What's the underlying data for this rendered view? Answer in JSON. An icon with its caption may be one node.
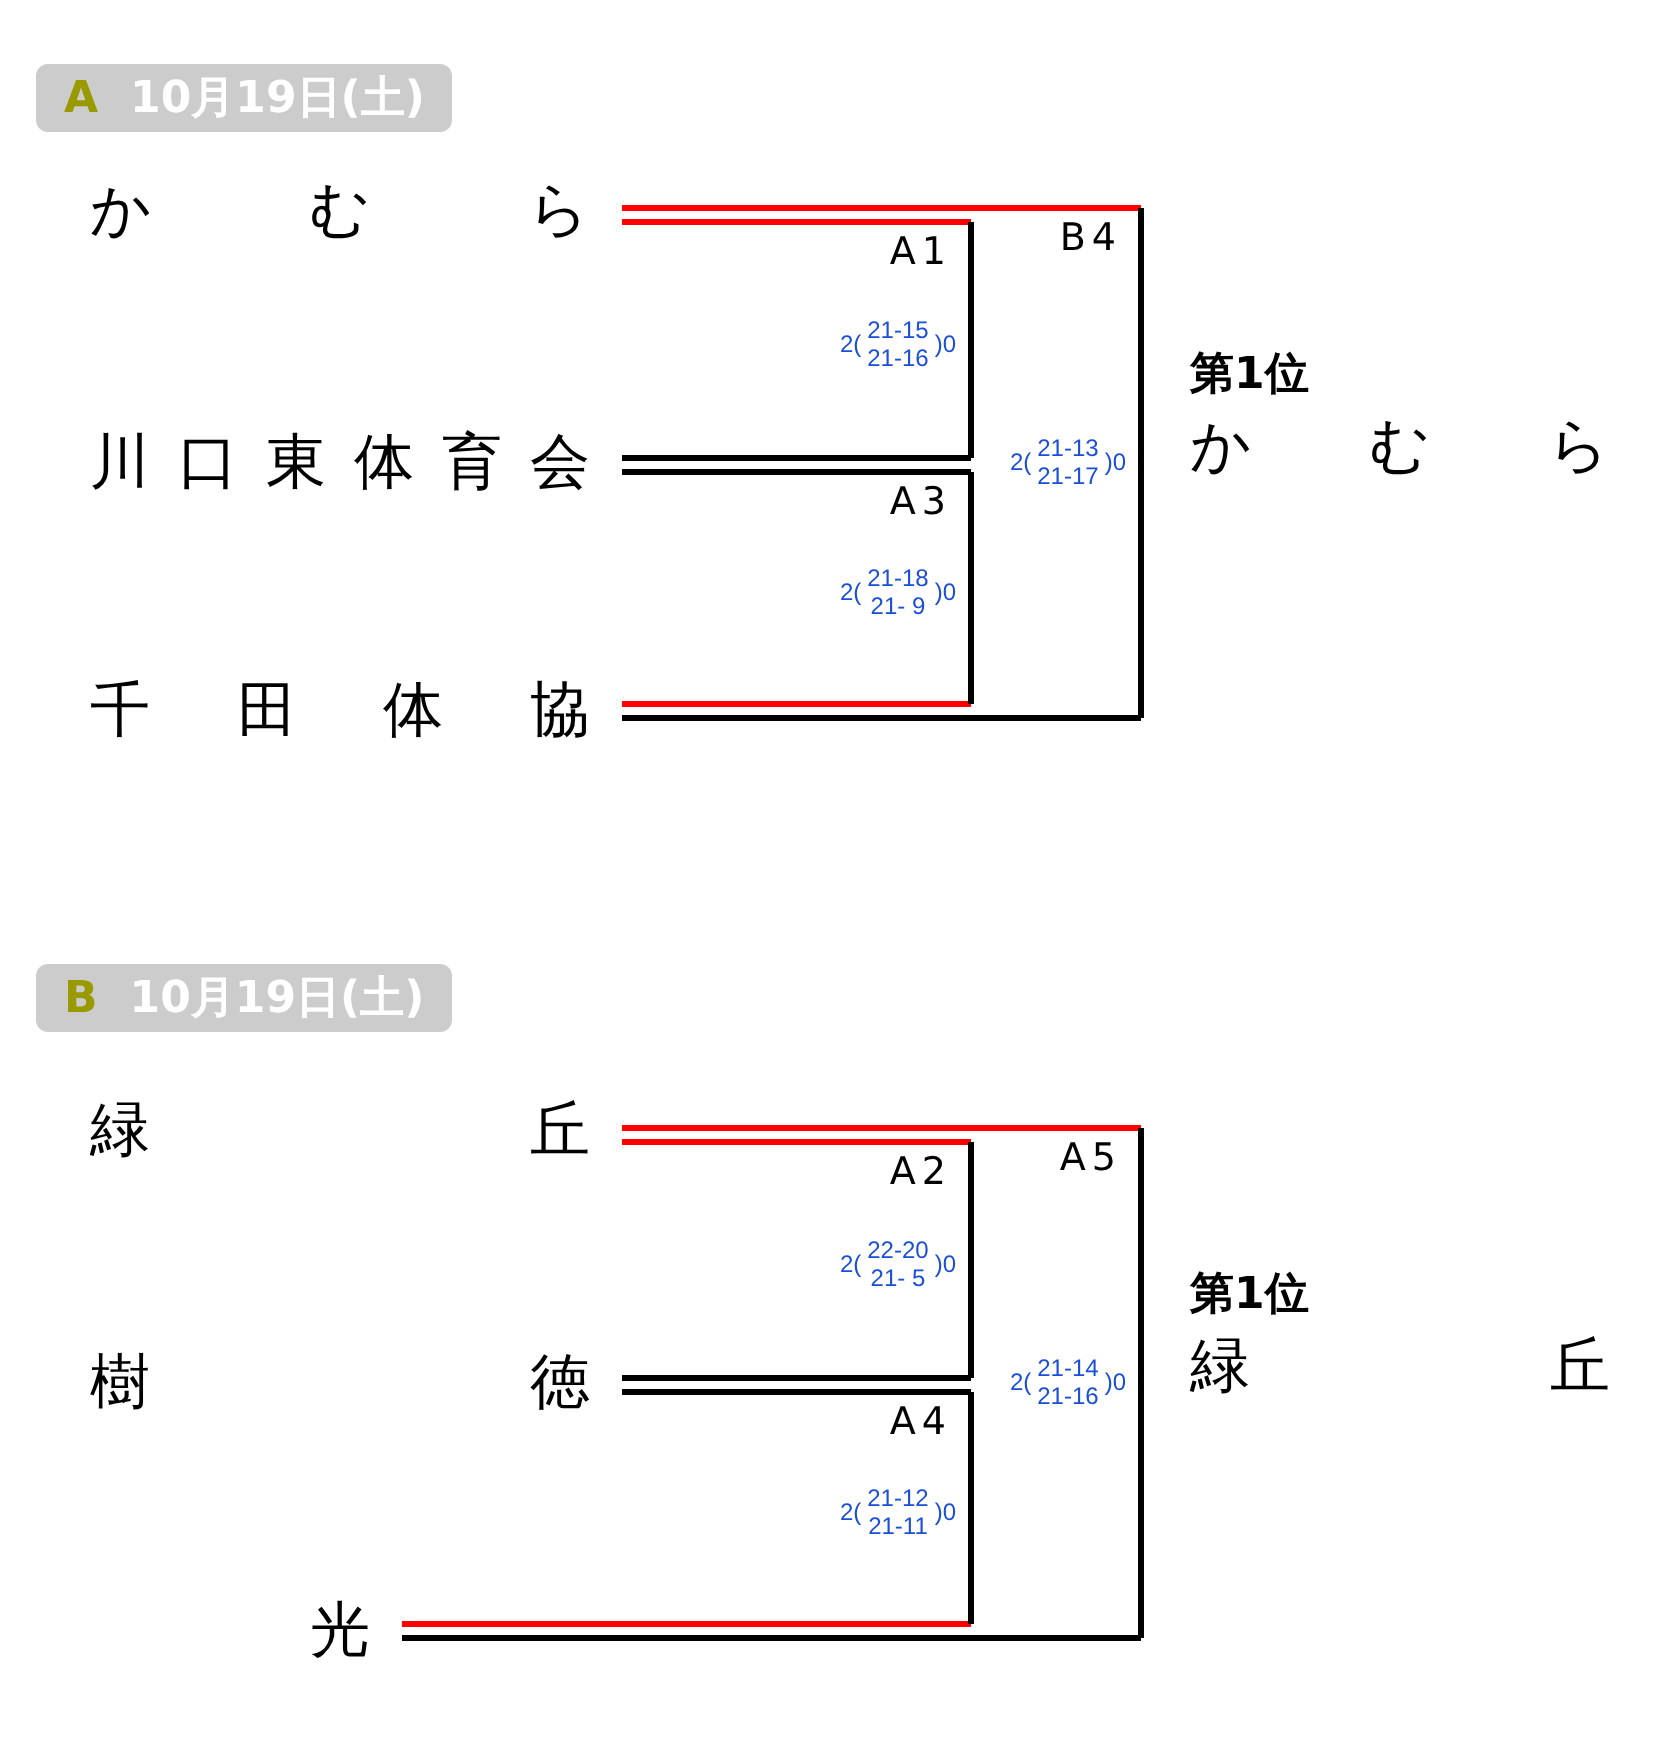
{
  "diagram": {
    "nodes": [
      {
        "text": [
          "A",
          "10月19日(土)"
        ]
      },
      {
        "text": [
          "かむら"
        ]
      },
      {
        "text": [
          "川口東体育会"
        ]
      },
      {
        "text": [
          "千田体協"
        ]
      },
      {
        "text": [
          "A1",
          "2(",
          "21-15",
          "21-16",
          ")0"
        ]
      },
      {
        "text": [
          "B4",
          "2(",
          "21-13",
          "21-17",
          ")0"
        ]
      },
      {
        "text": [
          "A3",
          "2(",
          "21-18",
          "21- 9",
          ")0"
        ]
      },
      {
        "text": [
          "第1位",
          "かむら"
        ]
      },
      {
        "text": [
          "B",
          "10月19日(土)"
        ]
      },
      {
        "text": [
          "緑丘"
        ]
      },
      {
        "text": [
          "樹徳"
        ]
      },
      {
        "text": [
          "光"
        ]
      },
      {
        "text": [
          "A2",
          "2(",
          "22-20",
          "21- 5",
          ")0"
        ]
      },
      {
        "text": [
          "A5",
          "2(",
          "21-14",
          "21-16",
          ")0"
        ]
      },
      {
        "text": [
          "A4",
          "2(",
          "21-12",
          "21-11",
          ")0"
        ]
      },
      {
        "text": [
          "第1位",
          "緑丘"
        ]
      }
    ],
    "edges": [
      {
        "from": 1,
        "to": 5,
        "arrow": "none",
        "color": "#ff0000"
      },
      {
        "from": 1,
        "to": 4,
        "arrow": "none",
        "color": "#ff0000"
      },
      {
        "from": 2,
        "to": 4,
        "arrow": "none",
        "color": "#000000"
      },
      {
        "from": 2,
        "to": 6,
        "arrow": "none",
        "color": "#000000"
      },
      {
        "from": 3,
        "to": 6,
        "arrow": "none",
        "color": "#ff0000"
      },
      {
        "from": 3,
        "to": 5,
        "arrow": "none",
        "color": "#000000"
      },
      {
        "from": 9,
        "to": 13,
        "arrow": "none",
        "color": "#ff0000"
      },
      {
        "from": 9,
        "to": 12,
        "arrow": "none",
        "color": "#ff0000"
      },
      {
        "from": 10,
        "to": 12,
        "arrow": "none",
        "color": "#000000"
      },
      {
        "from": 10,
        "to": 14,
        "arrow": "none",
        "color": "#000000"
      },
      {
        "from": 11,
        "to": 14,
        "arrow": "none",
        "color": "#ff0000"
      },
      {
        "from": 11,
        "to": 13,
        "arrow": "none",
        "color": "#000000"
      }
    ]
  }
}
